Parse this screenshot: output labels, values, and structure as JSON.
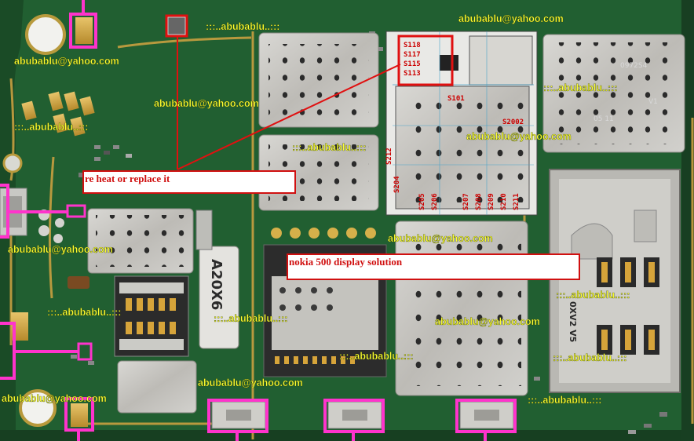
{
  "annotations": {
    "reheat_note": "re heat or replace it",
    "title_note": "nokia 500 display solution"
  },
  "watermarks": {
    "email": "abubablu@yahoo.com",
    "handle": ":::..abubablu..:::"
  },
  "component_markings": {
    "shield_top_right": "0972S4",
    "shield_v1": "V1",
    "shield_0511": "05 11",
    "side_shield": "A20X6",
    "sim_shield": "0XV2  V5",
    "chip_labels": [
      "S118",
      "S117",
      "S115",
      "S113",
      "S101",
      "S204",
      "S205",
      "S206",
      "S207",
      "S208",
      "S209",
      "S210",
      "S211",
      "S2002",
      "S212"
    ]
  },
  "colors": {
    "board_green": "#1f5a2e",
    "shield_silver": "#c9c7c3",
    "annotation_red": "#d01010",
    "highlight_magenta": "#ff33cc",
    "watermark_yellow": "#ffff33"
  }
}
